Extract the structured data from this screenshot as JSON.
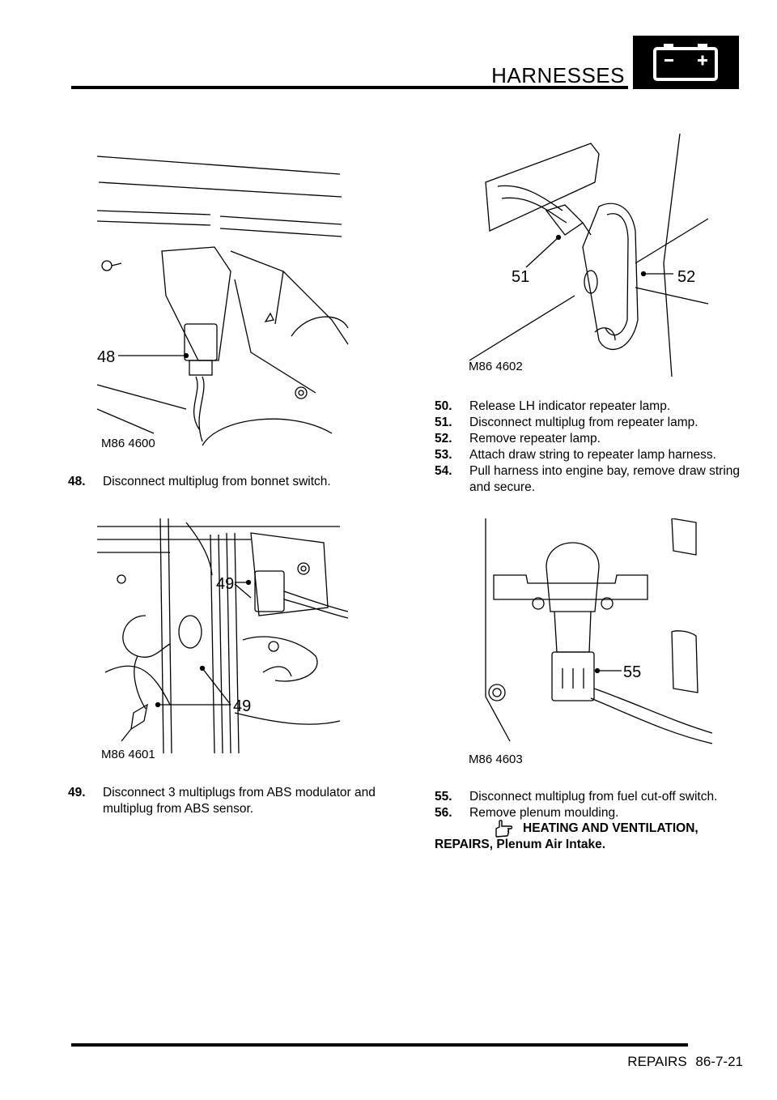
{
  "header": {
    "title": "HARNESSES",
    "icon": "battery-icon"
  },
  "figures": [
    {
      "id": "M86 4600",
      "callouts": [
        "48"
      ]
    },
    {
      "id": "M86 4601",
      "callouts": [
        "49",
        "49"
      ]
    },
    {
      "id": "M86 4602",
      "callouts": [
        "51",
        "52"
      ]
    },
    {
      "id": "M86 4603",
      "callouts": [
        "55"
      ]
    }
  ],
  "steps": [
    {
      "num": "48.",
      "text": "Disconnect multiplug from bonnet switch."
    },
    {
      "num": "49.",
      "text": "Disconnect 3 multiplugs from ABS  modulator and multiplug from ABS sensor."
    },
    {
      "num": "50.",
      "text": "Release LH indicator repeater lamp."
    },
    {
      "num": "51.",
      "text": "Disconnect multiplug from repeater lamp."
    },
    {
      "num": "52.",
      "text": "Remove repeater lamp."
    },
    {
      "num": "53.",
      "text": "Attach draw string to repeater lamp  harness."
    },
    {
      "num": "54.",
      "text": "Pull harness into engine bay, remove  draw string and secure."
    },
    {
      "num": "55.",
      "text": "Disconnect multiplug from fuel cut-off switch."
    },
    {
      "num": "56.",
      "text": "Remove plenum moulding."
    }
  ],
  "reference": {
    "icon": "hand-pointer-icon",
    "line1": "HEATING AND VENTILATION,",
    "line2": "REPAIRS, Plenum Air Intake."
  },
  "footer": {
    "text": "REPAIRS   86-7-21"
  }
}
